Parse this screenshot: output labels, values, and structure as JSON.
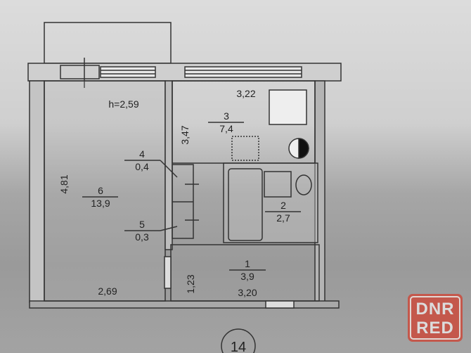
{
  "plan": {
    "ceiling_height": "h=2,59",
    "rooms": [
      {
        "number": "1",
        "area": "3,9"
      },
      {
        "number": "2",
        "area": "2,7"
      },
      {
        "number": "3",
        "area": "7,4"
      },
      {
        "number": "4",
        "area": "0,4"
      },
      {
        "number": "5",
        "area": "0,3"
      },
      {
        "number": "6",
        "area": "13,9"
      }
    ],
    "dimensions": {
      "kitchen_width": "3,22",
      "kitchen_length": "3,47",
      "room_length": "4,81",
      "room_width": "2,69",
      "hall_width": "1,23",
      "hall_length": "3,20"
    },
    "apartment_number": "14"
  },
  "watermark": {
    "line1": "DNR",
    "line2": "RED"
  }
}
